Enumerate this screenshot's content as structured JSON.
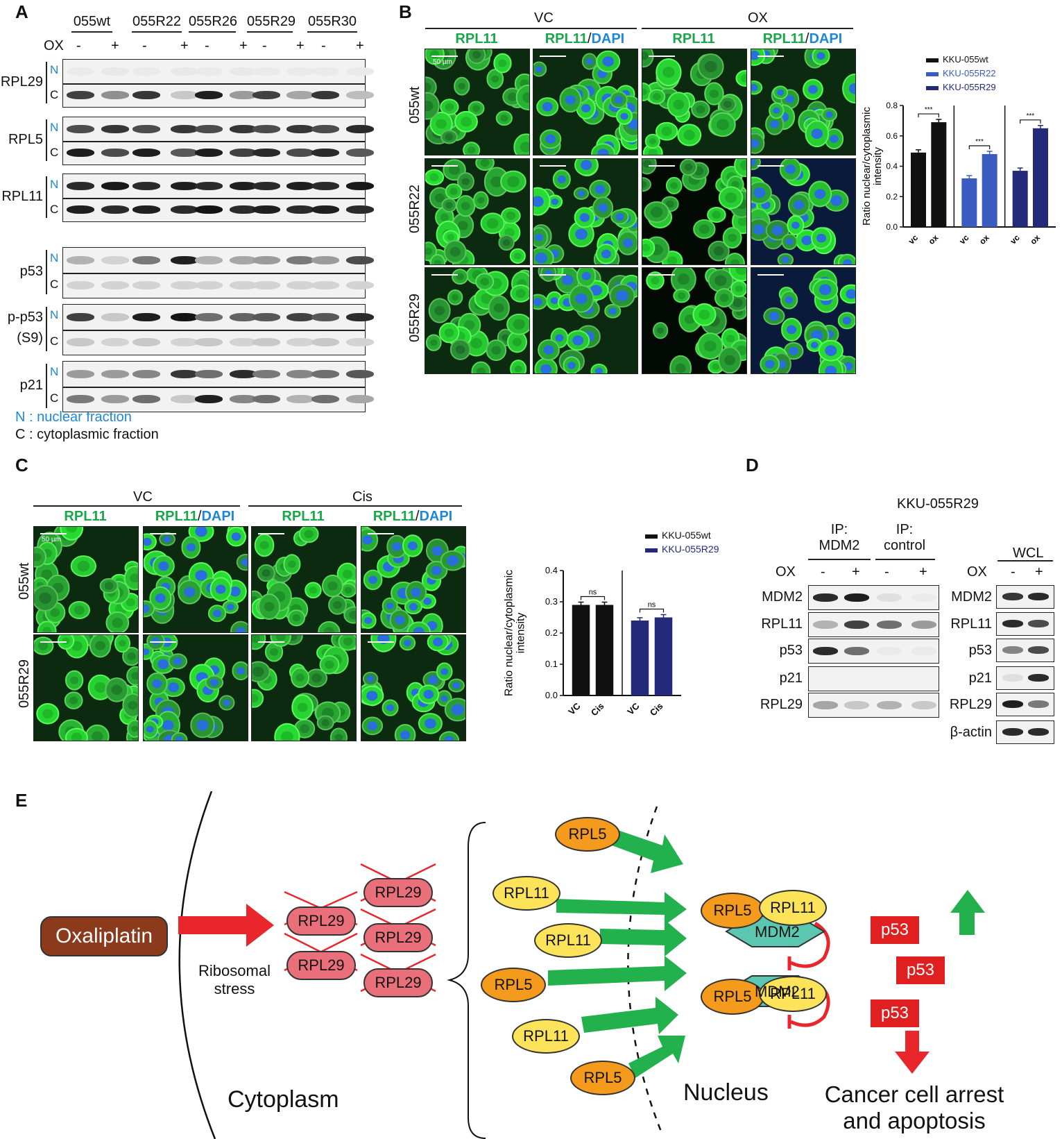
{
  "panel_labels": [
    "A",
    "B",
    "C",
    "D",
    "E"
  ],
  "panelA": {
    "cell_lines": [
      "055wt",
      "055R22",
      "055R26",
      "055R29",
      "055R30"
    ],
    "ox_label": "OX",
    "signs": [
      "-",
      "+"
    ],
    "blots": [
      {
        "name": "RPL29",
        "fractions": [
          "N",
          "C"
        ]
      },
      {
        "name": "RPL5",
        "fractions": [
          "N",
          "C"
        ]
      },
      {
        "name": "RPL11",
        "fractions": [
          "N",
          "C"
        ]
      },
      {
        "name": "p53",
        "fractions": [
          "N",
          "C"
        ]
      },
      {
        "name_line1": "p-p53",
        "name_line2": "(S9)",
        "fractions": [
          "N",
          "C"
        ]
      },
      {
        "name": "p21",
        "fractions": [
          "N",
          "C"
        ]
      }
    ],
    "legend_n_key": "N",
    "legend_n_text": "nuclear fraction",
    "legend_c_key": "C",
    "legend_c_text": "cytoplasmic fraction",
    "legend_sep": ":"
  },
  "panelB": {
    "vc": "VC",
    "ox": "OX",
    "col_green": "RPL11",
    "col_slash": "/",
    "col_blue": "DAPI",
    "rows": [
      "055wt",
      "055R22",
      "055R29"
    ],
    "scale": "50 µm",
    "chart_data": {
      "type": "bar",
      "ylabel": "Ratio nuclear/cytoplasmic intensity",
      "ylim": [
        0,
        0.8
      ],
      "yticks": [
        "0.0",
        "0.2",
        "0.4",
        "0.6",
        "0.8"
      ],
      "categories": [
        "vc",
        "ox"
      ],
      "series": [
        {
          "name": "KKU-055wt",
          "values": [
            0.49,
            0.69
          ],
          "color": "#111111"
        },
        {
          "name": "KKU-055R22",
          "values": [
            0.32,
            0.48
          ],
          "color": "#3a5bbf"
        },
        {
          "name": "KKU-055R29",
          "values": [
            0.37,
            0.65
          ],
          "color": "#232a7a"
        }
      ],
      "significance": [
        "***",
        "***",
        "***"
      ]
    }
  },
  "panelC": {
    "vc": "VC",
    "cis": "Cis",
    "col_green": "RPL11",
    "col_slash": "/",
    "col_blue": "DAPI",
    "rows": [
      "055wt",
      "055R29"
    ],
    "scale": "50 µm",
    "chart_data": {
      "type": "bar",
      "ylabel": "Ratio nuclear/cytoplasmic intensity",
      "ylim": [
        0,
        0.4
      ],
      "yticks": [
        "0.0",
        "0.1",
        "0.2",
        "0.3",
        "0.4"
      ],
      "categories": [
        "VC",
        "Cis"
      ],
      "series": [
        {
          "name": "KKU-055wt",
          "values": [
            0.29,
            0.29
          ],
          "color": "#111111"
        },
        {
          "name": "KKU-055R29",
          "values": [
            0.24,
            0.25
          ],
          "color": "#232a7a"
        }
      ],
      "significance": [
        "ns",
        "ns"
      ]
    }
  },
  "panelD": {
    "title": "KKU-055R29",
    "ip_mdm2_line1": "IP:",
    "ip_mdm2_line2": "MDM2",
    "ip_ctrl_line1": "IP:",
    "ip_ctrl_line2": "control",
    "wcl": "WCL",
    "ox": "OX",
    "signs": [
      "-",
      "+"
    ],
    "ip_rows": [
      "MDM2",
      "RPL11",
      "p53",
      "p21",
      "RPL29"
    ],
    "wcl_rows": [
      "MDM2",
      "RPL11",
      "p53",
      "p21",
      "RPL29",
      "β-actin"
    ]
  },
  "panelE": {
    "oxaliplatin": "Oxaliplatin",
    "stress_line1": "Ribosomal",
    "stress_line2": "stress",
    "rpl29": "RPL29",
    "rpl5": "RPL5",
    "rpl11": "RPL11",
    "mdm2": "MDM2",
    "p53": "p53",
    "cytoplasm": "Cytoplasm",
    "nucleus": "Nucleus",
    "outcome_line1": "Cancer cell arrest",
    "outcome_line2": "and apoptosis",
    "colors": {
      "oxaliplatin": "#8b3a1c",
      "red_arrow": "#e8262c",
      "green_arrow": "#22b14c",
      "rpl5": "#f49b1e",
      "rpl11": "#fde35a",
      "rpl29": "#e9707b",
      "mdm2": "#5cc7b0"
    }
  }
}
